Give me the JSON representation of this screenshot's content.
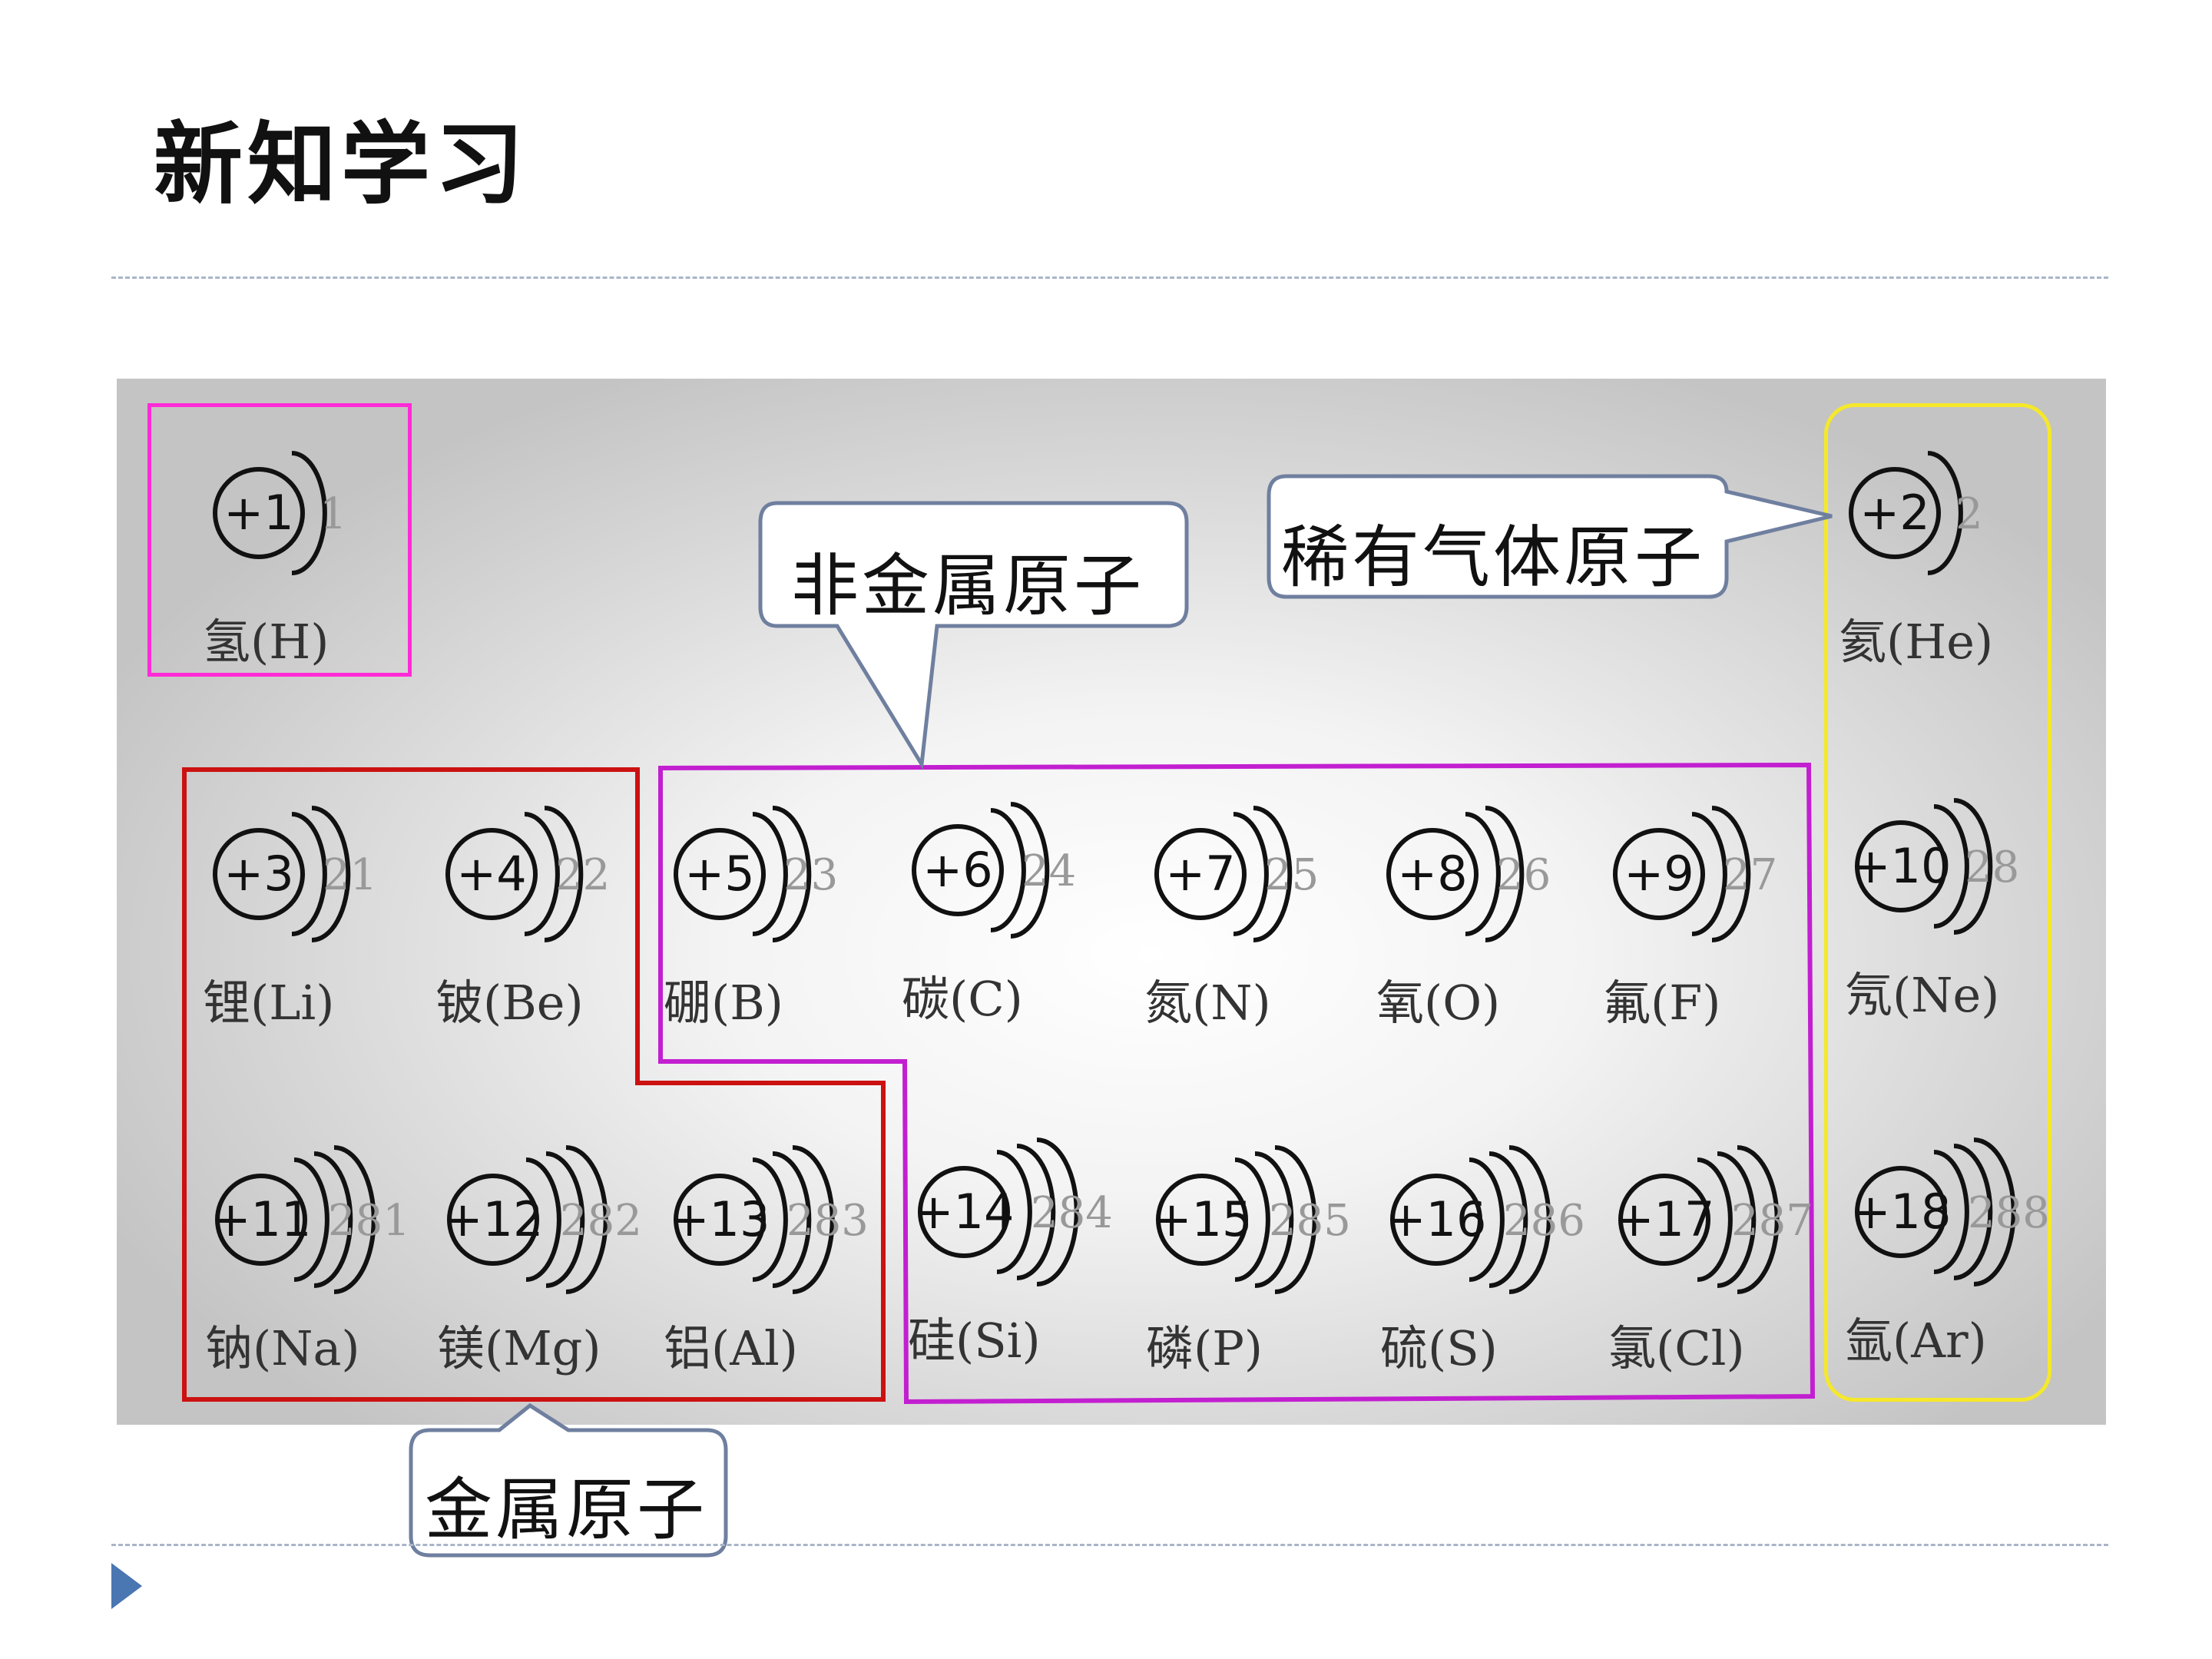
{
  "page": {
    "title": "新知学习"
  },
  "labels": {
    "nonmetal": "非金属原子",
    "noble": "稀有气体原子",
    "metal": "金属原子"
  },
  "colors": {
    "hydrogen_box": "#ff2bd6",
    "metal_box": "#cc1111",
    "nonmetal_box": "#c21fd0",
    "noble_box": "#f5e82a",
    "callout_border": "#6f7f9f",
    "nav_arrow": "#4a76b2",
    "divider": "#a9b5c9"
  },
  "atoms": [
    {
      "nucleus": "+1",
      "electrons": "1",
      "name": "氢(H)"
    },
    {
      "nucleus": "+2",
      "electrons": "2",
      "name": "氦(He)"
    },
    {
      "nucleus": "+3",
      "electrons": "21",
      "name": "锂(Li)"
    },
    {
      "nucleus": "+4",
      "electrons": "22",
      "name": "铍(Be)"
    },
    {
      "nucleus": "+5",
      "electrons": "23",
      "name": "硼(B)"
    },
    {
      "nucleus": "+6",
      "electrons": "24",
      "name": "碳(C)"
    },
    {
      "nucleus": "+7",
      "electrons": "25",
      "name": "氮(N)"
    },
    {
      "nucleus": "+8",
      "electrons": "26",
      "name": "氧(O)"
    },
    {
      "nucleus": "+9",
      "electrons": "27",
      "name": "氟(F)"
    },
    {
      "nucleus": "+10",
      "electrons": "28",
      "name": "氖(Ne)"
    },
    {
      "nucleus": "+11",
      "electrons": "281",
      "name": "钠(Na)"
    },
    {
      "nucleus": "+12",
      "electrons": "282",
      "name": "镁(Mg)"
    },
    {
      "nucleus": "+13",
      "electrons": "283",
      "name": "铝(Al)"
    },
    {
      "nucleus": "+14",
      "electrons": "284",
      "name": "硅(Si)"
    },
    {
      "nucleus": "+15",
      "electrons": "285",
      "name": "磷(P)"
    },
    {
      "nucleus": "+16",
      "electrons": "286",
      "name": "硫(S)"
    },
    {
      "nucleus": "+17",
      "electrons": "287",
      "name": "氯(Cl)"
    },
    {
      "nucleus": "+18",
      "electrons": "288",
      "name": "氩(Ar)"
    }
  ]
}
